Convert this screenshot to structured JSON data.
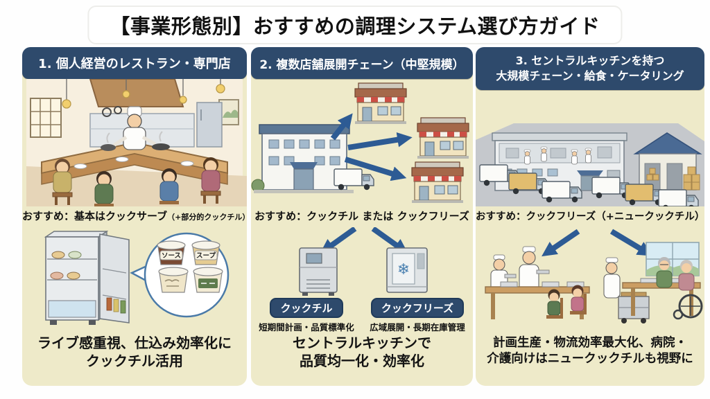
{
  "title": "【事業形態別】おすすめの調理システム選び方ガイド",
  "colors": {
    "panel_bg": "#eeeac9",
    "header_navy": "#2e4a6c",
    "arrow_blue": "#2d5b94",
    "badge_navy": "#2e4a6c",
    "text_black": "#111111"
  },
  "icons": {
    "snowflake": "❄"
  },
  "columns": [
    {
      "header": "1. 個人経営のレストラン・専門店",
      "recommend_main": "おすすめ：基本はクックサーブ",
      "recommend_paren": "（+部分的クックチル）",
      "cup_labels": {
        "sauce": "ソース",
        "soup": "スープ"
      },
      "summary_line1": "ライブ感重視、仕込み効率化に",
      "summary_line2": "クックチル活用"
    },
    {
      "header": "2. 複数店舗展開チェーン（中堅規模）",
      "recommend": "おすすめ：クックチル または クックフリーズ",
      "badges": [
        {
          "label": "クックチル",
          "desc": "短期間計画・品質標準化"
        },
        {
          "label": "クックフリーズ",
          "desc": "広域展開・長期在庫管理"
        }
      ],
      "summary_line1": "セントラルキッチンで",
      "summary_line2": "品質均一化・効率化"
    },
    {
      "header_line1": "3. セントラルキッチンを持つ",
      "header_line2": "大規模チェーン・給食・ケータリング",
      "recommend": "おすすめ：クックフリーズ（+ニュークックチル）",
      "summary_line1": "計画生産・物流効率最大化、病院・",
      "summary_line2": "介護向けはニュークックチルも視野に"
    }
  ]
}
